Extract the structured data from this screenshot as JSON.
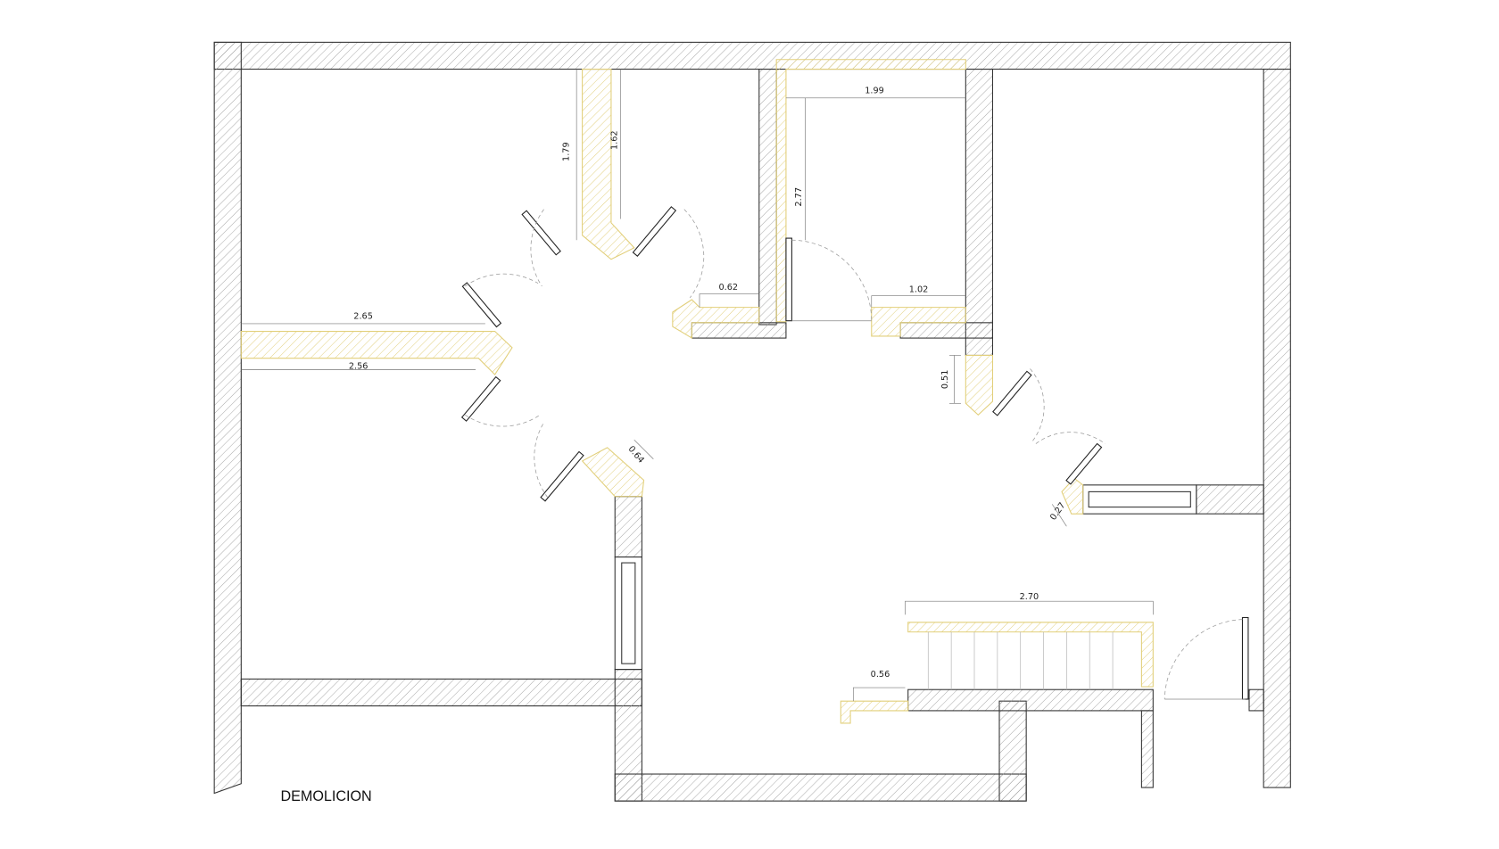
{
  "title": "DEMOLICION",
  "colors": {
    "wall_hatch": "#9a9a9a",
    "demolition": "#e2cf7a",
    "line": "#333333"
  },
  "dimensions": {
    "d179": "1.79",
    "d162": "1.62",
    "d199": "1.99",
    "d277": "2.77",
    "d062": "0.62",
    "d102": "1.02",
    "d265": "2.65",
    "d256": "2.56",
    "d064": "0.64",
    "d051": "0.51",
    "d027": "0.27",
    "d270": "2.70",
    "d056": "0.56"
  }
}
